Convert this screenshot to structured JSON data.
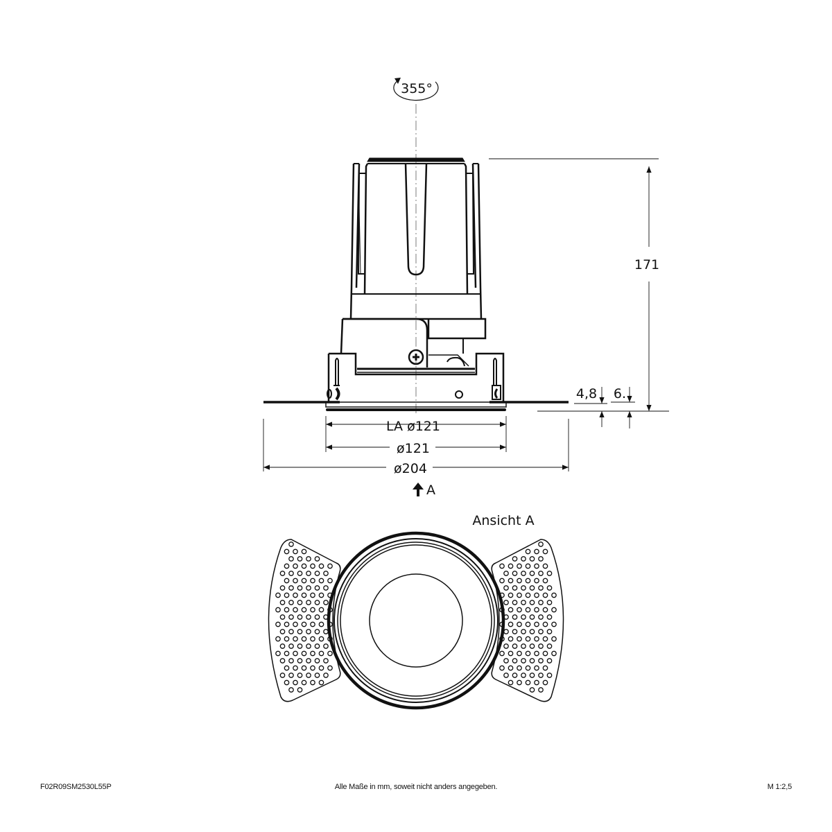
{
  "drawing": {
    "rotation_label": "355°",
    "height_label": "171",
    "dim_4_8_label": "4,8",
    "dim_6_label": "6.",
    "la_diameter_label": "LA ø121",
    "diameter_121_label": "ø121",
    "diameter_204_label": "ø204",
    "view_arrow_label": "A",
    "view_title": "Ansicht A"
  },
  "footer": {
    "article_number": "F02R09SM2530L55P",
    "note": "Alle Maße in mm, soweit nicht anders angegeben.",
    "scale": "M 1:2,5"
  },
  "colors": {
    "line": "#111111",
    "centerline": "#9a9a9a",
    "background": "#ffffff"
  }
}
